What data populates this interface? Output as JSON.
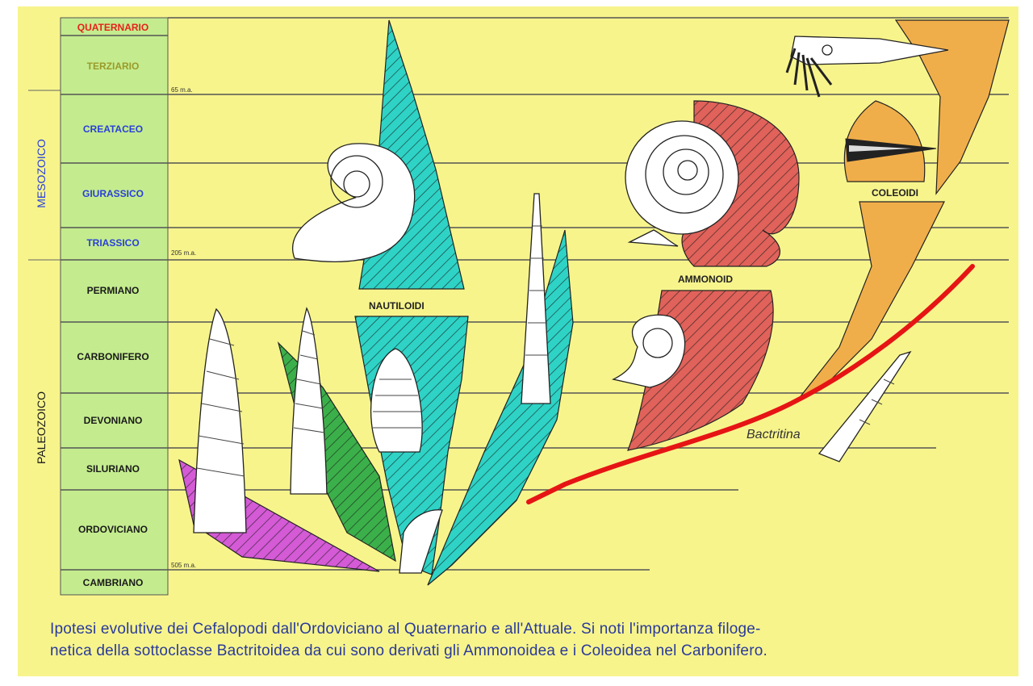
{
  "periods": [
    {
      "name": "QUATERNARIO",
      "color": "#e8201c"
    },
    {
      "name": "TERZIARIO",
      "color": "#9a9a2a"
    },
    {
      "name": "CREATACEO",
      "color": "#2a40d8"
    },
    {
      "name": "GIURASSICO",
      "color": "#2a40d8"
    },
    {
      "name": "TRIASSICO",
      "color": "#2a40d8"
    },
    {
      "name": "PERMIANO",
      "color": "#1a1a1a"
    },
    {
      "name": "CARBONIFERO",
      "color": "#1a1a1a"
    },
    {
      "name": "DEVONIANO",
      "color": "#1a1a1a"
    },
    {
      "name": "SILURIANO",
      "color": "#1a1a1a"
    },
    {
      "name": "ORDOVICIANO",
      "color": "#1a1a1a"
    },
    {
      "name": "CAMBRIANO",
      "color": "#1a1a1a"
    }
  ],
  "eras": [
    {
      "name": "MESOZOICO",
      "color": "#2a40d8"
    },
    {
      "name": "PALEOZOICO",
      "color": "#1a1a1a"
    }
  ],
  "ages": [
    "65 m.a.",
    "205 m.a.",
    "505 m.a."
  ],
  "groups": {
    "nautiloids": "NAUTILOIDI",
    "ammonoids": "AMMONOID",
    "coleoids": "COLEOIDI",
    "bactritina": "Bactritina"
  },
  "colors": {
    "background": "#f7f48c",
    "column": "#c4ec8e",
    "nautiloid": "#2ed3c6",
    "ammonoid": "#e0625a",
    "coleoid": "#f0ae4a",
    "endoceratoid": "#3bb04a",
    "actinoceratoid": "#d45ad6",
    "bactritoid": "#e61414"
  },
  "caption": {
    "line1": "Ipotesi evolutive dei Cefalopodi dall'Ordoviciano al Quaternario e all'Attuale. Si noti l'importanza filoge-",
    "line2": "netica della sottoclasse Bactritoidea da cui sono derivati gli Ammonoidea e i Coleoidea nel Carbonifero."
  }
}
